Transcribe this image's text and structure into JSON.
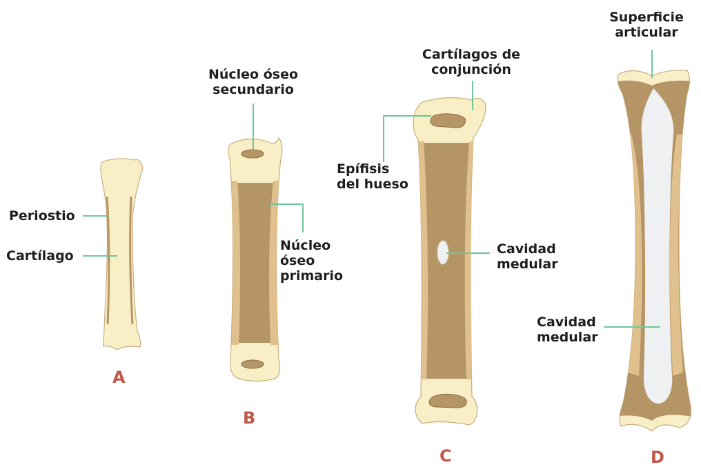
{
  "colors": {
    "cartilage": "#f8efc6",
    "bone": "#b59566",
    "bone_edge": "#e0c18d",
    "outline": "#8c6b3f",
    "marrow": "#eef0f1",
    "leader": "#6ec79a",
    "letter": "#c0594a"
  },
  "stages": [
    {
      "letter": "A",
      "labels": {
        "periosteum": "Periostio",
        "cartilage": "Cartílago"
      }
    },
    {
      "letter": "B",
      "labels": {
        "secondary_nucleus": [
          "Núcleo óseo",
          "secundario"
        ],
        "primary_nucleus": [
          "Núcleo",
          "óseo",
          "primario"
        ]
      }
    },
    {
      "letter": "C",
      "labels": {
        "growth_cartilage": [
          "Cartílagos de",
          "conjunción"
        ],
        "epiphysis": [
          "Epífisis",
          "del hueso"
        ],
        "medullary_cavity": [
          "Cavidad",
          "medular"
        ]
      }
    },
    {
      "letter": "D",
      "labels": {
        "articular_surface": [
          "Superficie",
          "articular"
        ],
        "medullary_cavity": [
          "Cavidad",
          "medular"
        ]
      }
    }
  ]
}
